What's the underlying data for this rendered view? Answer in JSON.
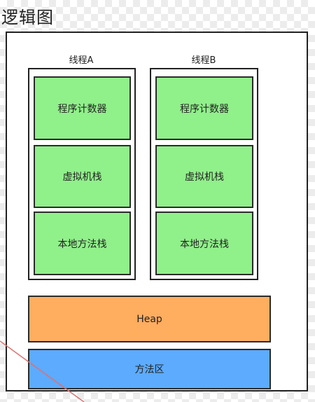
{
  "title": "逻辑图",
  "threads": [
    {
      "label": "线程A",
      "cells": [
        "程序计数器",
        "虚拟机栈",
        "本地方法栈"
      ]
    },
    {
      "label": "线程B",
      "cells": [
        "程序计数器",
        "虚拟机栈",
        "本地方法栈"
      ]
    }
  ],
  "heap": "Heap",
  "method_area": "方法区",
  "colors": {
    "thread_cell": "#90f08a",
    "heap": "#ffad5f",
    "method_area": "#5cabff",
    "connector": "#e07070"
  }
}
